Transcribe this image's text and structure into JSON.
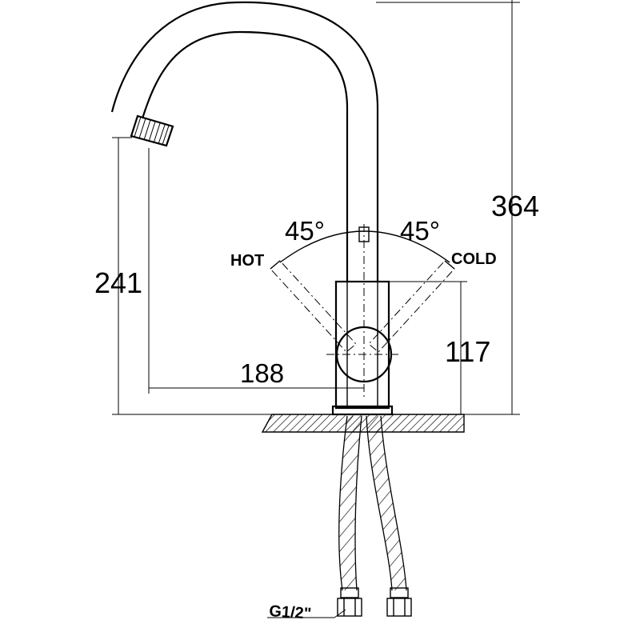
{
  "dimensions": {
    "total_height": "364",
    "spout_height": "241",
    "spout_reach": "188",
    "body_height": "117",
    "angle_hot": "45°",
    "angle_cold": "45°"
  },
  "labels": {
    "hot": "HOT",
    "cold": "COLD",
    "connection": "G1/2\""
  }
}
